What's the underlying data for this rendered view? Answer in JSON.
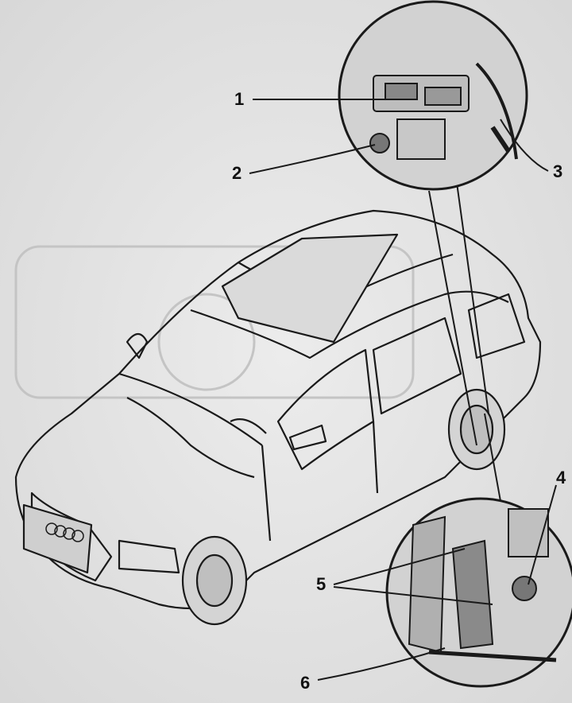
{
  "diagram": {
    "callouts": [
      {
        "id": "1",
        "label": "1"
      },
      {
        "id": "2",
        "label": "2"
      },
      {
        "id": "3",
        "label": "3"
      },
      {
        "id": "4",
        "label": "4"
      },
      {
        "id": "5",
        "label": "5"
      },
      {
        "id": "6",
        "label": "6"
      }
    ],
    "colors": {
      "ink": "#1a1a1a",
      "paper": "#e4e4e4",
      "detail_fill": "#d2d2d2"
    }
  }
}
